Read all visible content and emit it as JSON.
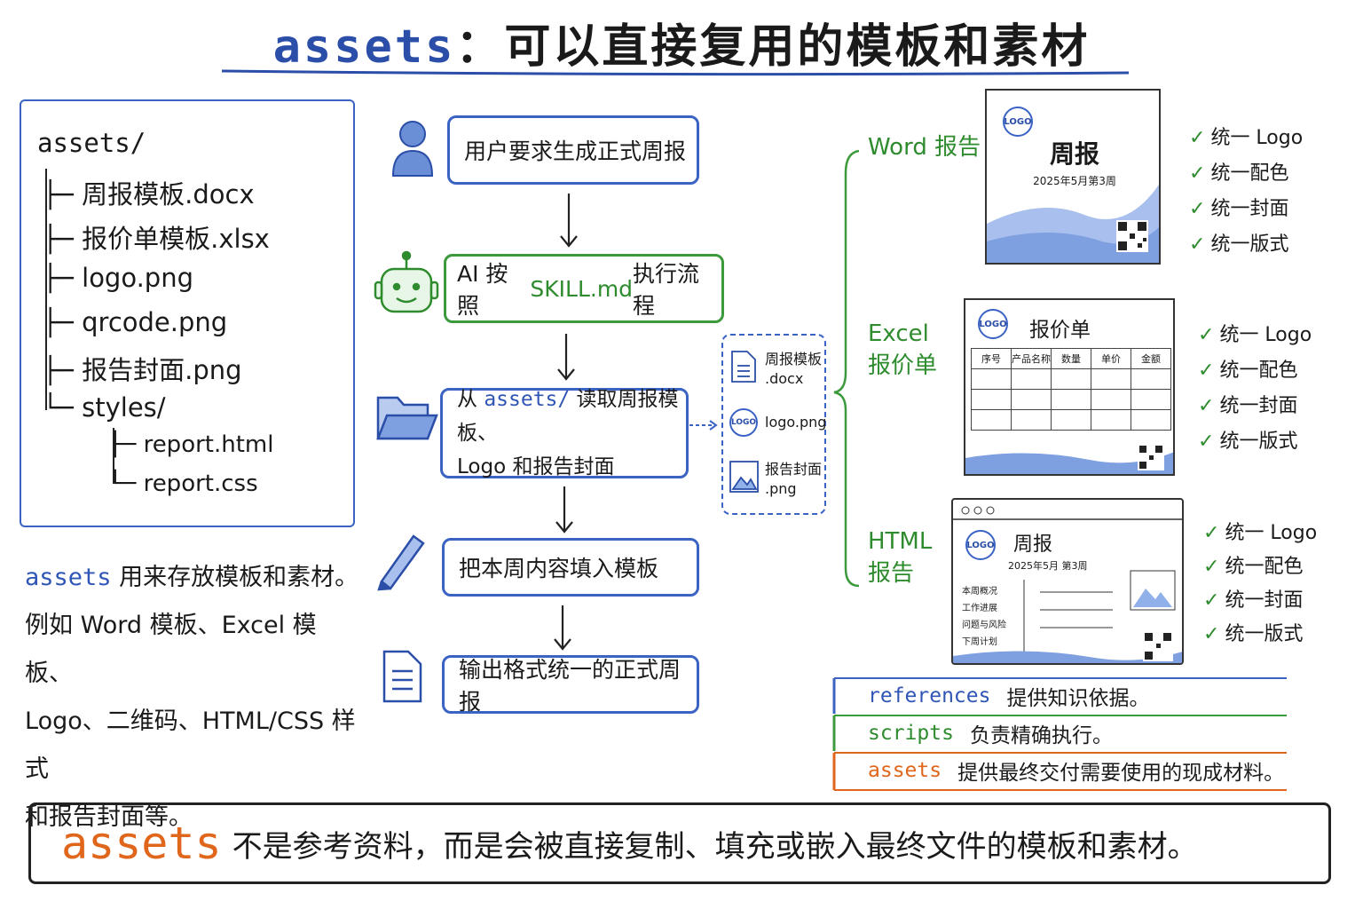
{
  "title": {
    "prefix": "assets",
    "colon": "：",
    "rest": "可以直接复用的模板和素材"
  },
  "tree": {
    "root": "assets/",
    "items": [
      "├─ 周报模板.docx",
      "├─ 报价单模板.xlsx",
      "├─ logo.png",
      "├─ qrcode.png",
      "├─ 报告封面.png",
      "└─ styles/"
    ],
    "sub_items": [
      "├─ report.html",
      "└─ report.css"
    ]
  },
  "description": {
    "line1_key": "assets",
    "line1_rest": " 用来存放模板和素材。",
    "line2": "例如 Word 模板、Excel 模板、",
    "line3": "Logo、二维码、HTML/CSS 样式",
    "line4": "和报告封面等。"
  },
  "flow": {
    "step1": "用户要求生成正式周报",
    "step2_a": "AI 按照 ",
    "step2_b": "SKILL.md",
    "step2_c": " 执行流程",
    "step3_a": "从 ",
    "step3_b": "assets/",
    "step3_c": " 读取周报模板、",
    "step3_d": "Logo 和报告封面",
    "step4": "把本周内容填入模板",
    "step5": "输出格式统一的正式周报"
  },
  "files_panel": {
    "f1_line1": "周报模板",
    "f1_line2": ".docx",
    "f2": "logo.png",
    "f3_line1": "报告封面",
    "f3_line2": ".png",
    "logo_text": "LOGO"
  },
  "outputs": {
    "word_label": "Word 报告",
    "excel_label_1": "Excel",
    "excel_label_2": "报价单",
    "html_label_1": "HTML",
    "html_label_2": "报告",
    "word_card": {
      "logo": "LOGO",
      "title": "周报",
      "date": "2025年5月第3周"
    },
    "excel_card": {
      "logo": "LOGO",
      "title": "报价单",
      "headers": [
        "序号",
        "产品名称",
        "数量",
        "单价",
        "金额"
      ]
    },
    "html_card": {
      "logo": "LOGO",
      "title": "周报",
      "date": "2025年5月 第3周",
      "menu": [
        "本周概况",
        "工作进展",
        "问题与风险",
        "下周计划"
      ]
    },
    "checks": [
      "统一 Logo",
      "统一配色",
      "统一封面",
      "统一版式"
    ],
    "check_mark": "✓"
  },
  "legend": [
    {
      "key": "references",
      "text": "提供知识依据。"
    },
    {
      "key": "scripts",
      "text": "负责精确执行。"
    },
    {
      "key": "assets",
      "text": "提供最终交付需要使用的现成材料。"
    }
  ],
  "bottom": {
    "key": "assets",
    "text": "不是参考资料，而是会被直接复制、填充或嵌入最终文件的模板和素材。"
  },
  "colors": {
    "blue": "#3a63c4",
    "green": "#3c9a3c",
    "orange": "#e0661c"
  }
}
